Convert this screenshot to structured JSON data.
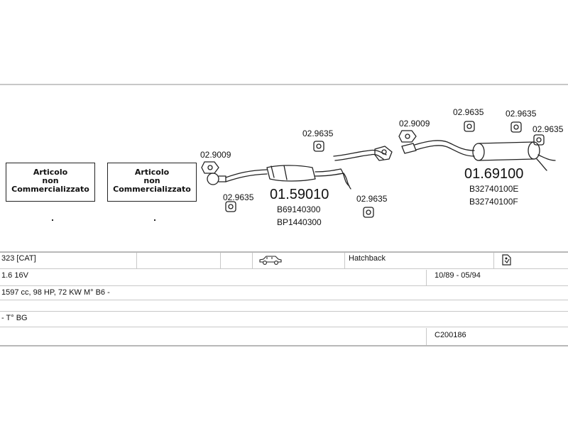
{
  "not_sold_box": {
    "lines": [
      "Articolo",
      "non",
      "Commercializzato"
    ]
  },
  "parts": {
    "clamp_a": "02.9009",
    "clamp_b": "02.9009",
    "hanger_1": "02.9635",
    "hanger_2": "02.9635",
    "hanger_3": "02.9635",
    "hanger_4": "02.9635",
    "hanger_5": "02.9635",
    "hanger_6": "02.9635",
    "middle_silencer": {
      "code": "01.59010",
      "refs": [
        "B69140300",
        "BP1440300"
      ]
    },
    "rear_silencer": {
      "code": "01.69100",
      "refs": [
        "B32740100E",
        "B32740100F"
      ]
    }
  },
  "vehicle": {
    "model": "323  [CAT]",
    "body_type": "Hatchback",
    "engine": "1.6 16V",
    "years": "10/89 - 05/94",
    "specs": "1597 cc, 98 HP, 72 KW M° B6 -",
    "variant": "- T° BG",
    "code": "C200186"
  },
  "icons": {
    "car": "car-side-icon",
    "document": "document-icon"
  }
}
